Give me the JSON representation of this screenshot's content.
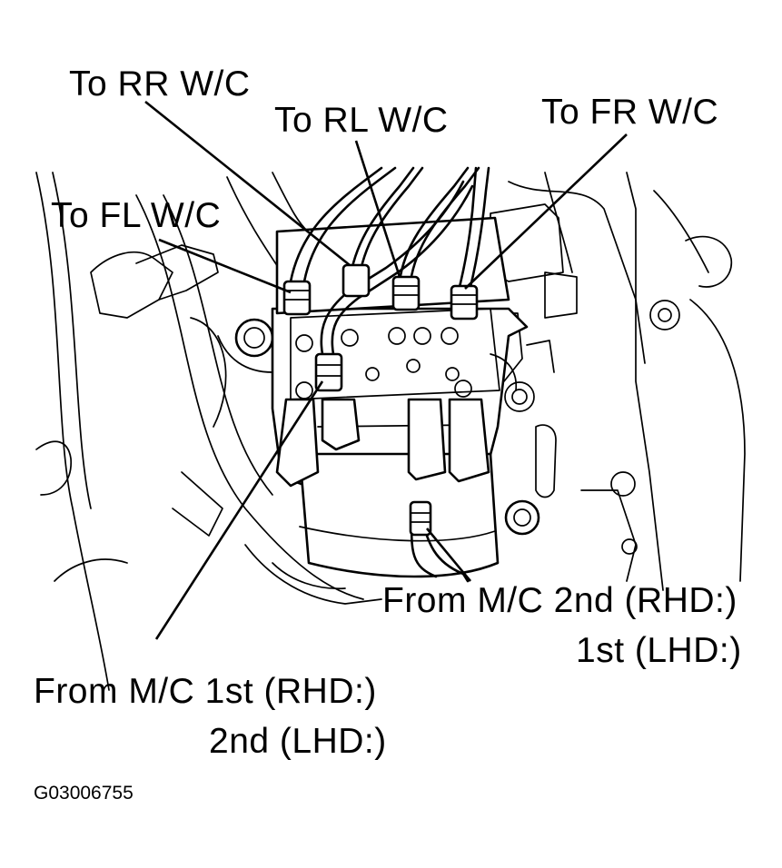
{
  "labels": {
    "to_rr": "To RR W/C",
    "to_rl": "To RL W/C",
    "to_fr": "To FR W/C",
    "to_fl": "To FL W/C",
    "from_mc2_line1": "From M/C 2nd (RHD:)",
    "from_mc2_line2": "1st (LHD:)",
    "from_mc1_line1": "From M/C 1st (RHD:)",
    "from_mc1_line2": "2nd (LHD:)"
  },
  "figure_id": "G03006755"
}
